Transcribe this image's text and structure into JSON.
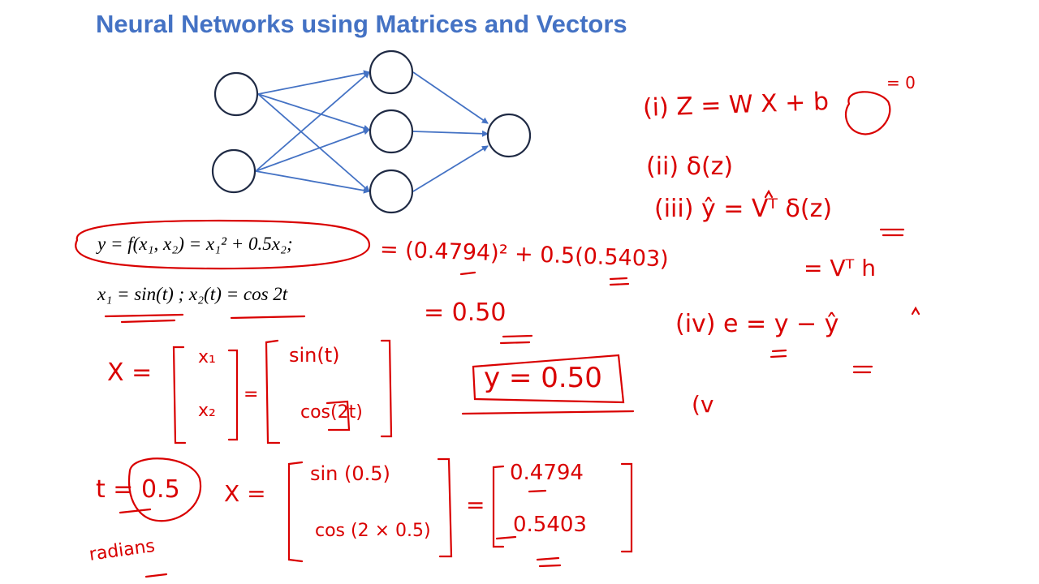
{
  "slide": {
    "title": "Neural Networks using Matrices and Vectors"
  },
  "typed_equations": {
    "eq1": "y = f(x₁, x₂) = x₁² + 0.5x₂;",
    "eq2": "x₁ = sin(t) ; x₂(t) = cos 2t"
  },
  "handwriting": {
    "step1": "(i)  Z = W X + b",
    "bias_zero": "= 0",
    "step2": "(ii)  δ(z)",
    "step3": "(iii)  ŷ = Vᵀ δ(z)",
    "step3b": "= Vᵀ h",
    "step4": "(iv)  e = y − ŷ",
    "step5": "(v",
    "calc1": "= (0.4794)² + 0.5(0.5403)",
    "calc2": "= 0.50",
    "boxed": "y = 0.50",
    "x_def_lhs": "X =",
    "x_vec_top": "x₁",
    "x_vec_bot": "x₂",
    "x_eq": "=",
    "sin_t": "sin(t)",
    "cos_2t": "cos(2t)",
    "t_val": "t = 0.5",
    "radians": "radians",
    "x_lhs2": "X =",
    "sin_05": "sin (0.5)",
    "cos_2x05": "cos (2 × 0.5)",
    "eq_sign2": "=",
    "val_top": "0.4794",
    "val_bot": "0.5403"
  },
  "colors": {
    "title": "#4472c4",
    "network": "#4472c4",
    "ink": "#d90000"
  }
}
